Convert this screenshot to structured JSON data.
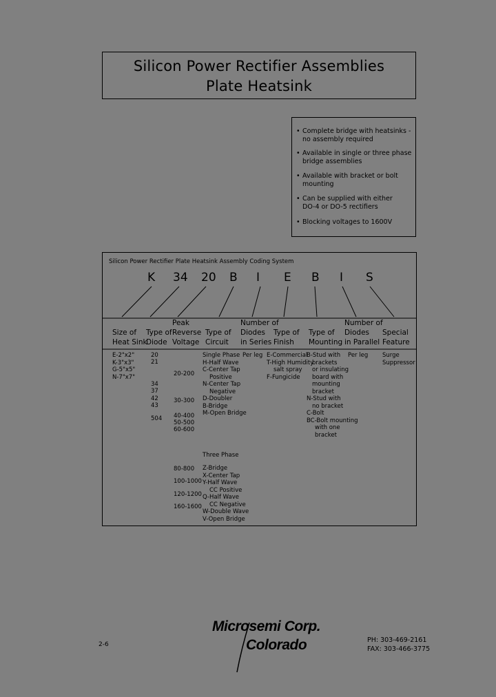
{
  "title": {
    "line1": "Silicon Power Rectifier Assemblies",
    "line2": "Plate Heatsink"
  },
  "features": [
    {
      "bullet": "•",
      "line1": "Complete bridge with heatsinks -",
      "line2": "no assembly required"
    },
    {
      "bullet": "•",
      "line1": "Available in single or three phase",
      "line2": "bridge assemblies"
    },
    {
      "bullet": "•",
      "line1": "Available with bracket or bolt",
      "line2": "mounting"
    },
    {
      "bullet": "•",
      "line1": "Can be supplied with either",
      "line2": "DO-4 or DO-5 rectifiers"
    },
    {
      "bullet": "•",
      "line1": "Blocking voltages to 1600V",
      "line2": ""
    }
  ],
  "coding": {
    "heading": "Silicon Power Rectifier Plate Heatsink Assembly Coding System",
    "code": [
      "K",
      "34",
      "20",
      "B",
      "I",
      "E",
      "B",
      "I",
      "S"
    ],
    "headers": {
      "size": [
        "Size of",
        "Heat Sink"
      ],
      "diode": [
        "Type of",
        "Diode"
      ],
      "voltage": [
        "Peak",
        "Reverse",
        "Voltage"
      ],
      "circuit": [
        "Type of",
        "Circuit"
      ],
      "series": [
        "Number of",
        "Diodes",
        "in Series"
      ],
      "finish": [
        "Type of",
        "Finish"
      ],
      "mounting": [
        "Type of",
        "Mounting"
      ],
      "parallel": [
        "Number of",
        "Diodes",
        "in Parallel"
      ],
      "special": [
        "Special",
        "Feature"
      ]
    },
    "size_values": [
      "E-2\"x2\"",
      "K-3\"x3\"",
      "G-5\"x5\"",
      "N-7\"x7\""
    ],
    "diode_values": [
      "20",
      "21",
      "34",
      "37",
      "42",
      "43",
      "504"
    ],
    "voltage_values": [
      "20-200",
      "30-300",
      "40-400",
      "50-500",
      "60-600",
      "80-800",
      "100-1000",
      "120-1200",
      "160-1600"
    ],
    "circuit_single": [
      "Single Phase",
      "H-Half Wave",
      "C-Center Tap",
      "Positive",
      "N-Center Tap",
      "Negative",
      "D-Doubler",
      "B-Bridge",
      "M-Open Bridge"
    ],
    "circuit_three_title": "Three Phase",
    "circuit_three": [
      "Z-Bridge",
      "X-Center Tap",
      "Y-Half Wave",
      "CC Positive",
      "Q-Half Wave",
      "CC Negative",
      "W-Double Wave",
      "V-Open Bridge"
    ],
    "series_value": "Per leg",
    "finish_values": [
      "E-Commercial",
      "T-High Humidity",
      "salt spray",
      "F-Fungicide"
    ],
    "mounting_values": [
      "B-Stud with",
      "brackets",
      "or insulating",
      "board with",
      "mounting",
      "bracket",
      "N-Stud with",
      "no bracket",
      "C-Bolt",
      "BC-Bolt mounting",
      "with one",
      "bracket"
    ],
    "parallel_value": "Per leg",
    "special_values": [
      "Surge",
      "Suppressor"
    ]
  },
  "footer": {
    "page": "2-6",
    "logo1": "Microsemi Corp.",
    "logo2": "Colorado",
    "phone": "PH: 303-469-2161",
    "fax": "FAX: 303-466-3775"
  }
}
